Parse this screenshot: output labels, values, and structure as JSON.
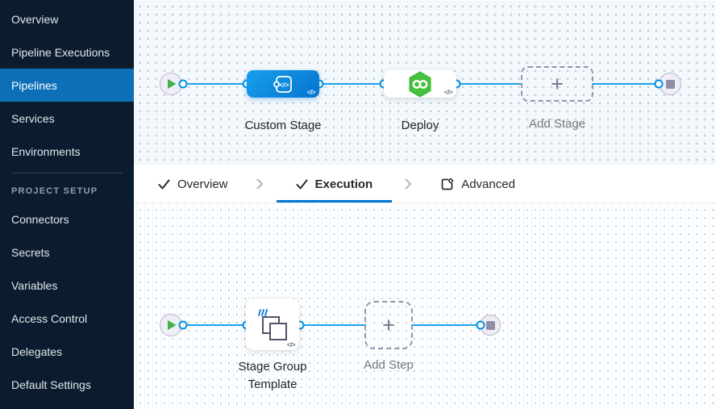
{
  "sidebar": {
    "items": [
      {
        "label": "Overview",
        "active": false
      },
      {
        "label": "Pipeline Executions",
        "active": false
      },
      {
        "label": "Pipelines",
        "active": true
      },
      {
        "label": "Services",
        "active": false
      },
      {
        "label": "Environments",
        "active": false
      }
    ],
    "section_label": "PROJECT SETUP",
    "setup_items": [
      {
        "label": "Connectors"
      },
      {
        "label": "Secrets"
      },
      {
        "label": "Variables"
      },
      {
        "label": "Access Control"
      },
      {
        "label": "Delegates"
      },
      {
        "label": "Default Settings"
      }
    ]
  },
  "stage_pipeline": {
    "nodes": [
      {
        "label": "Custom Stage",
        "type": "custom-stage",
        "code_badge": "</>"
      },
      {
        "label": "Deploy",
        "type": "deploy-stage",
        "code_badge": "</>"
      },
      {
        "label": "Add Stage",
        "type": "add-stage",
        "plus": "+"
      }
    ]
  },
  "tabs": {
    "items": [
      {
        "label": "Overview",
        "icon": "check",
        "active": false
      },
      {
        "label": "Execution",
        "icon": "check",
        "active": true
      },
      {
        "label": "Advanced",
        "icon": "advanced-settings",
        "active": false
      }
    ]
  },
  "execution_pipeline": {
    "nodes": [
      {
        "label_line1": "Stage Group",
        "label_line2": "Template",
        "type": "stage-group-template",
        "code_badge": "</>"
      },
      {
        "label": "Add Step",
        "type": "add-step",
        "plus": "+"
      }
    ]
  },
  "colors": {
    "sidebar_bg": "#0b1c2e",
    "sidebar_active": "#0c6fb8",
    "edge_blue": "#1ba2f1",
    "node_blue": "#0d87dd",
    "deploy_green": "#45c13e",
    "accent": "#0278d5"
  }
}
